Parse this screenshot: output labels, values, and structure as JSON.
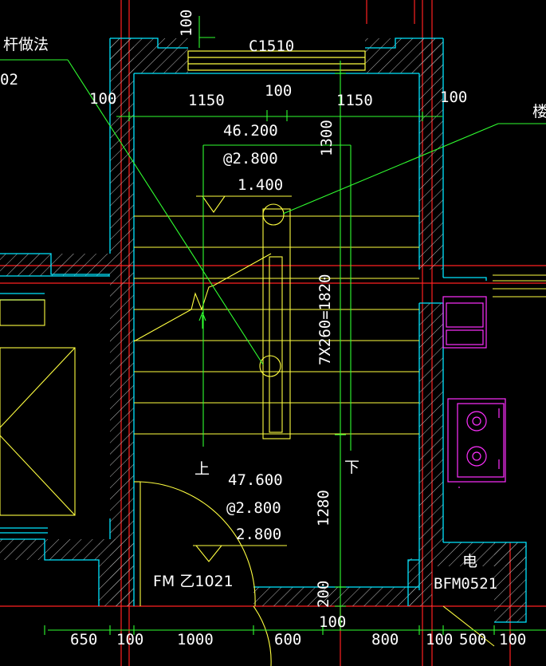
{
  "drawing": {
    "window_label": "C1510",
    "dim_top_100": "100",
    "dim_left_100": "100",
    "dim_right_100": "100",
    "dim_1150_left": "1150",
    "dim_mid_100": "100",
    "dim_1150_right": "1150",
    "dim_1300": "1300",
    "elev_top": "46.200",
    "elev_top_step": "@2.800",
    "elev_landing": "1.400",
    "stair_dim": "7X260=1820",
    "label_up": "上",
    "label_down": "下",
    "elev_bottom": "47.600",
    "elev_bottom_step": "@2.800",
    "elev_bottom_level": "2.800",
    "dim_1280": "1280",
    "door_left": "FM 乙1021",
    "room_elec": "电",
    "door_right": "BFM0521",
    "dim_200": "200",
    "dim_100_center": "100",
    "top_left_note": "杆做法",
    "top_left_note2": "02",
    "top_right_note": "楼",
    "bottom_dims": [
      "650",
      "100",
      "1000",
      "600",
      "800",
      "100",
      "500",
      "100"
    ]
  },
  "colors": {
    "background": "#000000",
    "wall": "#00ffff",
    "axis": "#ff0000",
    "dimension": "#00ff00",
    "stair": "#ffff00",
    "hatch": "#ffffff",
    "fixture": "#ff00ff"
  }
}
